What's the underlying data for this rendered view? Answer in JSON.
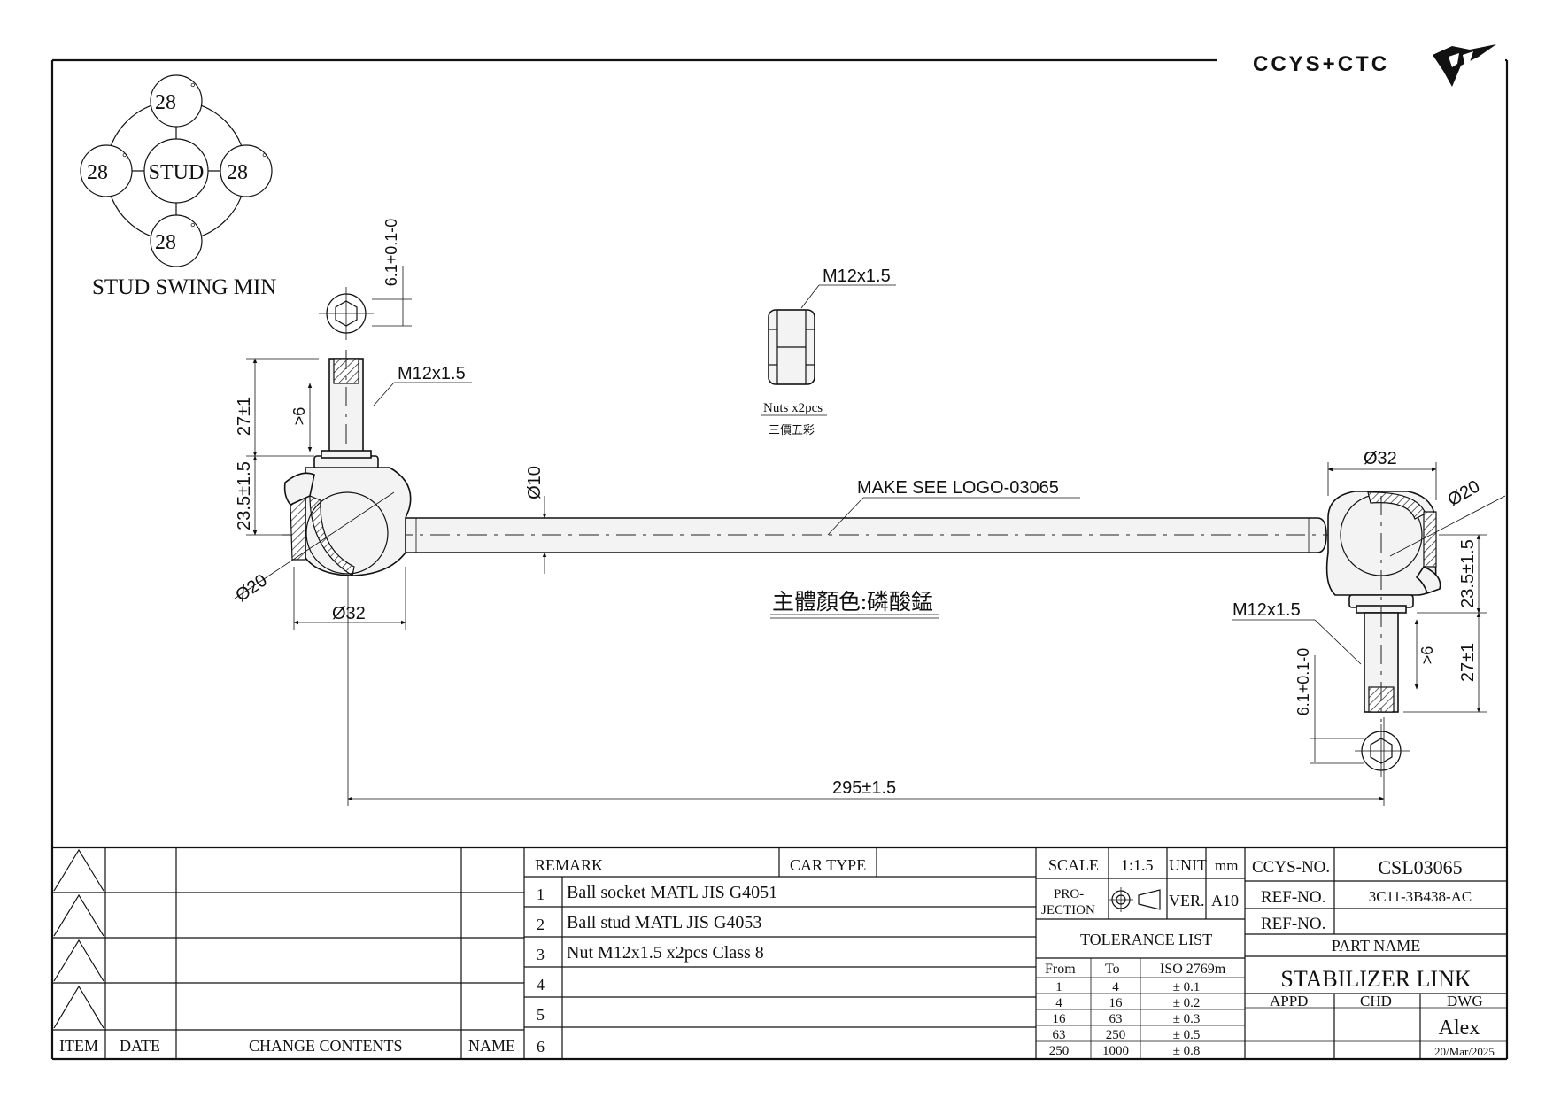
{
  "logo": {
    "text": "CCYS+CTC"
  },
  "swing": {
    "title": "STUD SWING MIN",
    "center": "STUD",
    "top": "28",
    "left": "28",
    "right": "28",
    "bottom": "28"
  },
  "dims": {
    "thread_left": "M12x1.5",
    "thread_right": "M12x1.5",
    "nut_thread": "M12x1.5",
    "stud_len_left": "27±1",
    "stud_len_right": "27±1",
    "gt6_left": ">6",
    "gt6_right": ">6",
    "height_left": "23.5±1.5",
    "height_right": "23.5±1.5",
    "ball_left": "Ø20",
    "ball_right": "Ø20",
    "housing_left": "Ø32",
    "housing_right": "Ø32",
    "rod_dia": "Ø10",
    "hex_left": "6.1+0.1-0",
    "hex_right": "6.1+0.1-0",
    "overall": "295±1.5",
    "make_see": "MAKE SEE LOGO-03065"
  },
  "nut": {
    "caption": "Nuts x2pcs",
    "sub": "三價五彩"
  },
  "body_color": "主體顏色:磷酸錳",
  "revision": {
    "col_item": "ITEM",
    "col_date": "DATE",
    "col_change": "CHANGE CONTENTS",
    "col_name": "NAME"
  },
  "remark": {
    "header": "REMARK",
    "car_type": "CAR TYPE",
    "rows": [
      {
        "no": "1",
        "text": "Ball socket MATL JIS G4051"
      },
      {
        "no": "2",
        "text": "Ball stud MATL JIS G4053"
      },
      {
        "no": "3",
        "text": "Nut M12x1.5 x2pcs Class 8"
      },
      {
        "no": "4",
        "text": ""
      },
      {
        "no": "5",
        "text": ""
      },
      {
        "no": "6",
        "text": ""
      }
    ]
  },
  "title_block": {
    "scale_label": "SCALE",
    "scale": "1:1.5",
    "unit_label": "UNIT",
    "unit": "mm",
    "projection_label": "PRO-\nJECTION",
    "ver_label": "VER.",
    "ver": "A10",
    "tolerance_title": "TOLERANCE LIST",
    "tol_headers": [
      "From",
      "To",
      "ISO 2769m"
    ],
    "tol_rows": [
      [
        "1",
        "4",
        "± 0.1"
      ],
      [
        "4",
        "16",
        "± 0.2"
      ],
      [
        "16",
        "63",
        "± 0.3"
      ],
      [
        "63",
        "250",
        "± 0.5"
      ],
      [
        "250",
        "1000",
        "± 0.8"
      ]
    ],
    "ccys_label": "CCYS-NO.",
    "ccys_no": "CSL03065",
    "ref_label_1": "REF-NO.",
    "ref_no_1": "3C11-3B438-AC",
    "ref_label_2": "REF-NO.",
    "ref_no_2": "",
    "part_name_label": "PART NAME",
    "part_name": "STABILIZER LINK",
    "appd": "APPD",
    "chd": "CHD",
    "dwg": "DWG",
    "drawer": "Alex",
    "date": "20/Mar/2025"
  }
}
